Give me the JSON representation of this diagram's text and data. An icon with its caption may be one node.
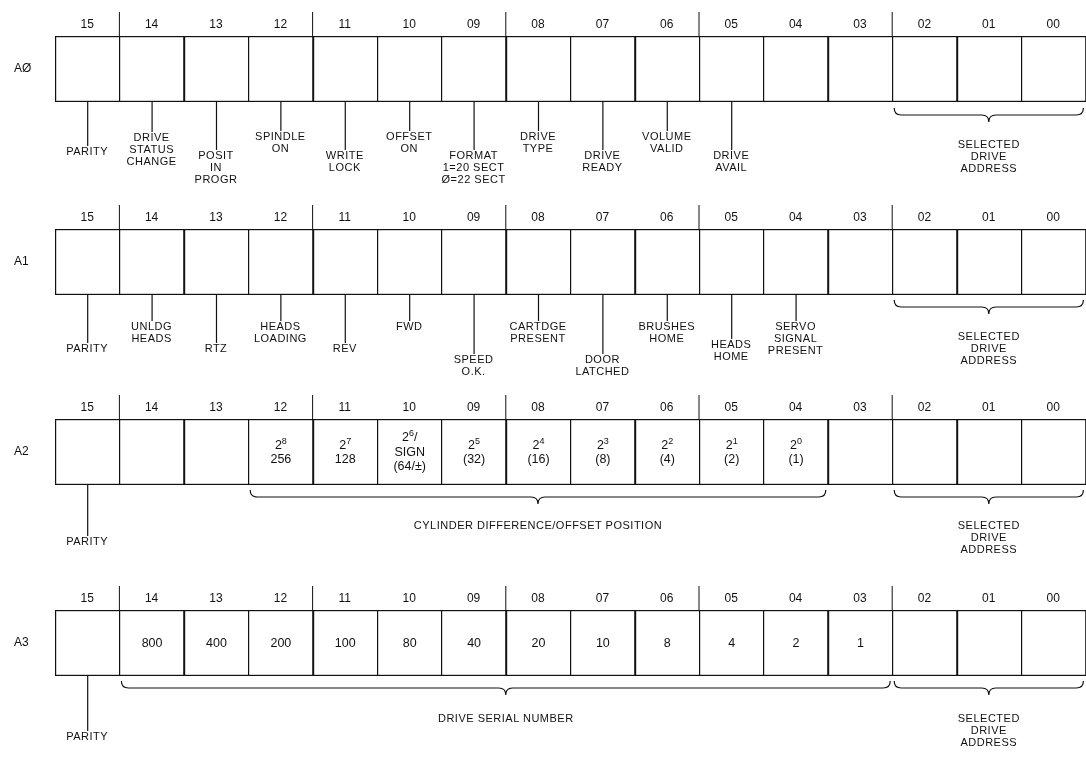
{
  "diagram": {
    "nodes": [
      {
        "text": [],
        "shape": "box"
      },
      {
        "text": [],
        "shape": "box"
      },
      {
        "text": [],
        "shape": "box"
      },
      {
        "text": [],
        "shape": "box"
      },
      {
        "text": [],
        "shape": "box"
      },
      {
        "text": [],
        "shape": "box"
      },
      {
        "text": [],
        "shape": "box"
      },
      {
        "text": [],
        "shape": "box"
      },
      {
        "text": [],
        "shape": "box"
      },
      {
        "text": [],
        "shape": "box"
      },
      {
        "text": [],
        "shape": "box"
      },
      {
        "text": [],
        "shape": "box"
      },
      {
        "text": [],
        "shape": "box"
      },
      {
        "text": [],
        "shape": "box"
      },
      {
        "text": [],
        "shape": "box"
      },
      {
        "text": [],
        "shape": "box"
      },
      {
        "text": [
          "PARITY"
        ]
      },
      {
        "text": [
          "DRIVE STATUS CHANGE"
        ]
      },
      {
        "text": [
          "POSIT IN PROGR"
        ]
      },
      {
        "text": [
          "SPINDLE ON"
        ]
      },
      {
        "text": [
          "WRITE LOCK"
        ]
      },
      {
        "text": [
          "OFFSET ON"
        ]
      },
      {
        "text": [
          "FORMAT 1=20 SECT Ø=22 SECT"
        ]
      },
      {
        "text": [
          "DRIVE TYPE"
        ]
      },
      {
        "text": [
          "DRIVE READY"
        ]
      },
      {
        "text": [
          "VOLUME VALID"
        ]
      },
      {
        "text": [
          "DRIVE AVAIL"
        ]
      },
      {
        "text": [],
        "shape": "box"
      },
      {
        "text": [],
        "shape": "box"
      },
      {
        "text": [],
        "shape": "box"
      },
      {
        "text": [],
        "shape": "box"
      },
      {
        "text": [],
        "shape": "box"
      },
      {
        "text": [],
        "shape": "box"
      },
      {
        "text": [],
        "shape": "box"
      },
      {
        "text": [],
        "shape": "box"
      },
      {
        "text": [],
        "shape": "box"
      },
      {
        "text": [],
        "shape": "box"
      },
      {
        "text": [],
        "shape": "box"
      },
      {
        "text": [],
        "shape": "box"
      },
      {
        "text": [],
        "shape": "box"
      },
      {
        "text": [],
        "shape": "box"
      },
      {
        "text": [],
        "shape": "box"
      },
      {
        "text": [],
        "shape": "box"
      },
      {
        "text": [
          "PARITY"
        ]
      },
      {
        "text": [
          "UNLDG HEADS"
        ]
      },
      {
        "text": [
          "RTZ"
        ]
      },
      {
        "text": [
          "HEADS LOADING"
        ]
      },
      {
        "text": [
          "REV"
        ]
      },
      {
        "text": [
          "FWD"
        ]
      },
      {
        "text": [
          "SPEED O.K."
        ]
      },
      {
        "text": [
          "CARTDGE PRESENT"
        ]
      },
      {
        "text": [
          "DOOR LATCHED"
        ]
      },
      {
        "text": [
          "BRUSHES HOME"
        ]
      },
      {
        "text": [
          "HEADS HOME"
        ]
      },
      {
        "text": [
          "SERVO SIGNAL PRESENT"
        ]
      },
      {
        "text": [],
        "shape": "box"
      },
      {
        "text": [],
        "shape": "box"
      },
      {
        "text": [],
        "shape": "box"
      },
      {
        "text": [
          "2$^{8}$",
          "256"
        ]
      },
      {
        "text": [
          "2$^{7}$",
          "128"
        ]
      },
      {
        "text": [
          "2$^{6}$/",
          "SIGN",
          "(64/±)"
        ]
      },
      {
        "text": [
          "2$^{5}$",
          "(32)"
        ]
      },
      {
        "text": [
          "2$^{4}$",
          "(16)"
        ]
      },
      {
        "text": [
          "2$^{3}$",
          "(8)"
        ]
      },
      {
        "text": [
          "2$^{2}$",
          "(4)"
        ]
      },
      {
        "text": [
          "2$^{1}$",
          "(2)"
        ]
      },
      {
        "text": [
          "2$^{0}$",
          "(1)"
        ]
      },
      {
        "text": [],
        "shape": "box"
      },
      {
        "text": [],
        "shape": "box"
      },
      {
        "text": [],
        "shape": "box"
      },
      {
        "text": [],
        "shape": "box"
      },
      {
        "text": [
          "PARITY"
        ]
      },
      {
        "text": [],
        "shape": "box"
      },
      {
        "text": [
          "800"
        ]
      },
      {
        "text": [
          "400"
        ]
      },
      {
        "text": [
          "200"
        ]
      },
      {
        "text": [
          "100"
        ]
      },
      {
        "text": [
          "80"
        ]
      },
      {
        "text": [
          "40"
        ]
      },
      {
        "text": [
          "20"
        ]
      },
      {
        "text": [
          "10"
        ]
      },
      {
        "text": [
          "8"
        ]
      },
      {
        "text": [
          "4"
        ]
      },
      {
        "text": [
          "2"
        ]
      },
      {
        "text": [
          "1"
        ]
      },
      {
        "text": [],
        "shape": "box"
      },
      {
        "text": [],
        "shape": "box"
      },
      {
        "text": [],
        "shape": "box"
      },
      {
        "text": [
          "PARITY"
        ]
      }
    ],
    "edges": [
      {
        "from": 16,
        "to": 0,
        "arrow": "none"
      },
      {
        "from": 17,
        "to": 1,
        "arrow": "none"
      },
      {
        "from": 18,
        "to": 2,
        "arrow": "none"
      },
      {
        "from": 19,
        "to": 3,
        "arrow": "none"
      },
      {
        "from": 20,
        "to": 4,
        "arrow": "none"
      },
      {
        "from": 21,
        "to": 5,
        "arrow": "none"
      },
      {
        "from": 22,
        "to": 6,
        "arrow": "none"
      },
      {
        "from": 23,
        "to": 7,
        "arrow": "none"
      },
      {
        "from": 24,
        "to": 8,
        "arrow": "none"
      },
      {
        "from": 25,
        "to": 9,
        "arrow": "none"
      },
      {
        "from": 26,
        "to": 10,
        "arrow": "none"
      },
      {
        "from": 43,
        "to": 27,
        "arrow": "none"
      },
      {
        "from": 44,
        "to": 28,
        "arrow": "none"
      },
      {
        "from": 45,
        "to": 29,
        "arrow": "none"
      },
      {
        "from": 46,
        "to": 30,
        "arrow": "none"
      },
      {
        "from": 47,
        "to": 31,
        "arrow": "none"
      },
      {
        "from": 48,
        "to": 32,
        "arrow": "none"
      },
      {
        "from": 49,
        "to": 33,
        "arrow": "none"
      },
      {
        "from": 50,
        "to": 34,
        "arrow": "none"
      },
      {
        "from": 51,
        "to": 35,
        "arrow": "none"
      },
      {
        "from": 52,
        "to": 36,
        "arrow": "none"
      },
      {
        "from": 53,
        "to": 37,
        "arrow": "none"
      },
      {
        "from": 54,
        "to": 38,
        "arrow": "none"
      },
      {
        "from": 71,
        "to": 55,
        "arrow": "none"
      },
      {
        "from": 88,
        "to": 72,
        "arrow": "none"
      }
    ],
    "labels": [
      "15",
      "14",
      "13",
      "12",
      "11",
      "10",
      "09",
      "08",
      "07",
      "06",
      "05",
      "04",
      "03",
      "02",
      "01",
      "00",
      "AØ",
      "SELECTED DRIVE ADDRESS",
      "15",
      "14",
      "13",
      "12",
      "11",
      "10",
      "09",
      "08",
      "07",
      "06",
      "05",
      "04",
      "03",
      "02",
      "01",
      "00",
      "A1",
      "SELECTED DRIVE ADDRESS",
      "15",
      "14",
      "13",
      "12",
      "11",
      "10",
      "09",
      "08",
      "07",
      "06",
      "05",
      "04",
      "03",
      "02",
      "01",
      "00",
      "A2",
      "CYLINDER DIFFERENCE/OFFSET POSITION",
      "SELECTED DRIVE ADDRESS",
      "15",
      "14",
      "13",
      "12",
      "11",
      "10",
      "09",
      "08",
      "07",
      "06",
      "05",
      "04",
      "03",
      "02",
      "01",
      "00",
      "A3",
      "DRIVE SERIAL NUMBER",
      "SELECTED DRIVE ADDRESS"
    ]
  }
}
